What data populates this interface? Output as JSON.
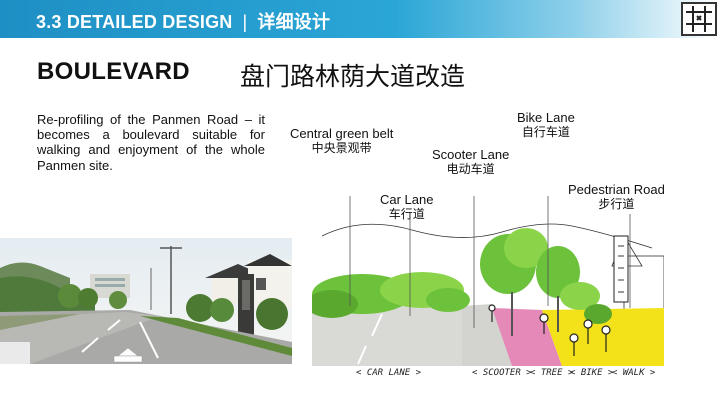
{
  "header": {
    "section": "3.3 DETAILED DESIGN",
    "separator": "|",
    "section_cn": "详细设计"
  },
  "title": {
    "en": "BOULEVARD",
    "cn": "盘门路林荫大道改造"
  },
  "description": "Re-profiling of the Panmen Road – it becomes a boulevard suitable for walking and enjoyment of the whole Panmen site.",
  "labels": {
    "central_green_belt": {
      "en": "Central green belt",
      "cn": "中央景观带"
    },
    "car_lane": {
      "en": "Car Lane",
      "cn": "车行道"
    },
    "scooter_lane": {
      "en": "Scooter Lane",
      "cn": "电动车道"
    },
    "bike_lane": {
      "en": "Bike Lane",
      "cn": "自行车道"
    },
    "pedestrian_road": {
      "en": "Pedestrian Road",
      "cn": "步行道"
    }
  },
  "sketch_annotations": {
    "car_lane": "< CAR LANE >",
    "scooter": "< SCOOTER >",
    "tree": "< TREE >",
    "bike": "< BIKE >",
    "walk": "< WALK >"
  },
  "colors": {
    "header_blue": "#1e8fc4",
    "tree_green": "#6cc23a",
    "sidewalk_yellow": "#f3e21a",
    "bike_pink": "#e58ab8"
  }
}
